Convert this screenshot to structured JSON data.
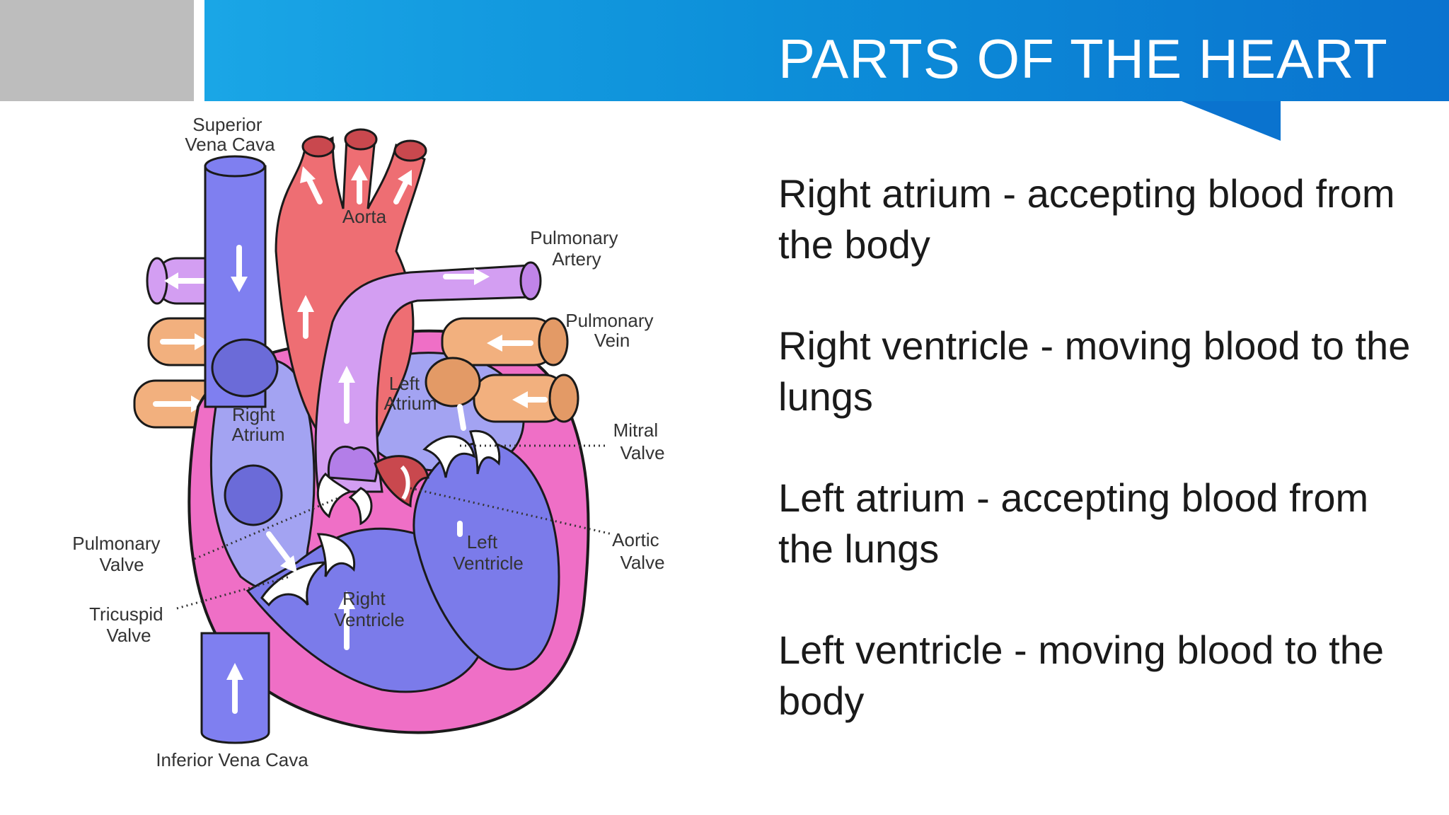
{
  "slide": {
    "title": "PARTS OF THE HEART",
    "colors": {
      "banner": "#0d8fd9",
      "gray_block": "#bdbdbd",
      "text": "#1a1a1a"
    }
  },
  "diagram": {
    "labels": {
      "superior_vena_cava": [
        "Superior",
        "Vena Cava"
      ],
      "aorta": "Aorta",
      "pulmonary_artery": [
        "Pulmonary",
        "Artery"
      ],
      "pulmonary_vein": [
        "Pulmonary",
        "Vein"
      ],
      "left_atrium": [
        "Left",
        "Atrium"
      ],
      "right_atrium": [
        "Right",
        "Atrium"
      ],
      "mitral_valve": [
        "Mitral",
        "Valve"
      ],
      "aortic_valve": [
        "Aortic",
        "Valve"
      ],
      "left_ventricle": [
        "Left",
        "Ventricle"
      ],
      "right_ventricle": [
        "Right",
        "Ventricle"
      ],
      "pulmonary_valve": [
        "Pulmonary",
        "Valve"
      ],
      "tricuspid_valve": [
        "Tricuspid",
        "Valve"
      ],
      "inferior_vena_cava": "Inferior Vena Cava"
    },
    "colors": {
      "deoxygenated": "#8080ee",
      "oxygenated": "#ee6e73",
      "heart_wall": "#ef6fc6",
      "pulmonary_artery": "#d39ef2",
      "pulmonary_vein": "#f2b07e",
      "outline": "#1a1a1a"
    }
  },
  "points": [
    {
      "text": "Right atrium - accepting blood from the body"
    },
    {
      "text": "Right ventricle - moving blood to the lungs"
    },
    {
      "text": "Left atrium - accepting blood from the lungs"
    },
    {
      "text": "Left ventricle - moving blood to the body"
    }
  ]
}
